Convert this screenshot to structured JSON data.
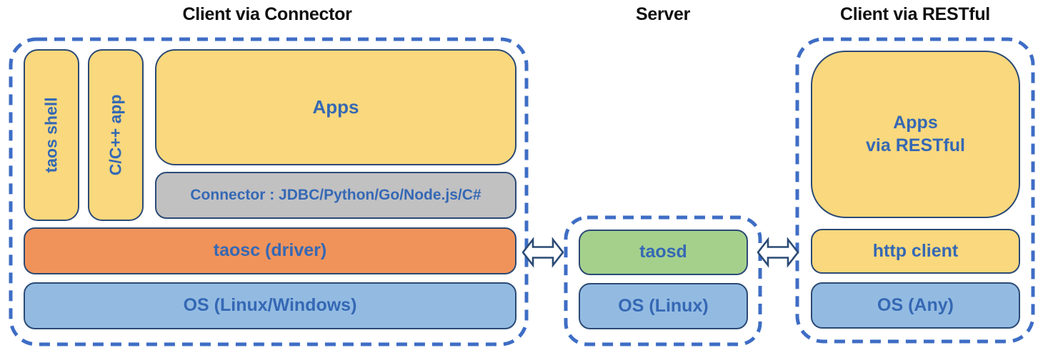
{
  "groups": {
    "client_connector": {
      "title": "Client via Connector",
      "boxes": {
        "taos_shell": "taos shell",
        "cpp_app": "C/C++ app",
        "apps": "Apps",
        "connector": "Connector : JDBC/Python/Go/Node.js/C#",
        "taosc": "taosc (driver)",
        "os": "OS (Linux/Windows)"
      }
    },
    "server": {
      "title": "Server",
      "boxes": {
        "taosd": "taosd",
        "os": "OS (Linux)"
      }
    },
    "client_restful": {
      "title": "Client via RESTful",
      "boxes": {
        "apps_line1": "Apps",
        "apps_line2": "via RESTful",
        "http_client": "http client",
        "os": "OS (Any)"
      }
    }
  },
  "icons": {
    "left_arrow": "double-headed-arrow",
    "right_arrow": "double-headed-arrow"
  },
  "colors": {
    "app_yellow": "#fad87d",
    "driver_orange": "#f0935b",
    "os_blue": "#93bbe2",
    "server_green": "#a5d08c",
    "connector_gray": "#c1c1c2",
    "dashed_border_blue": "#3e6dc5",
    "box_border_navy": "#2b4a75",
    "label_blue": "#3568b4",
    "title_black": "#0f0f0f"
  }
}
